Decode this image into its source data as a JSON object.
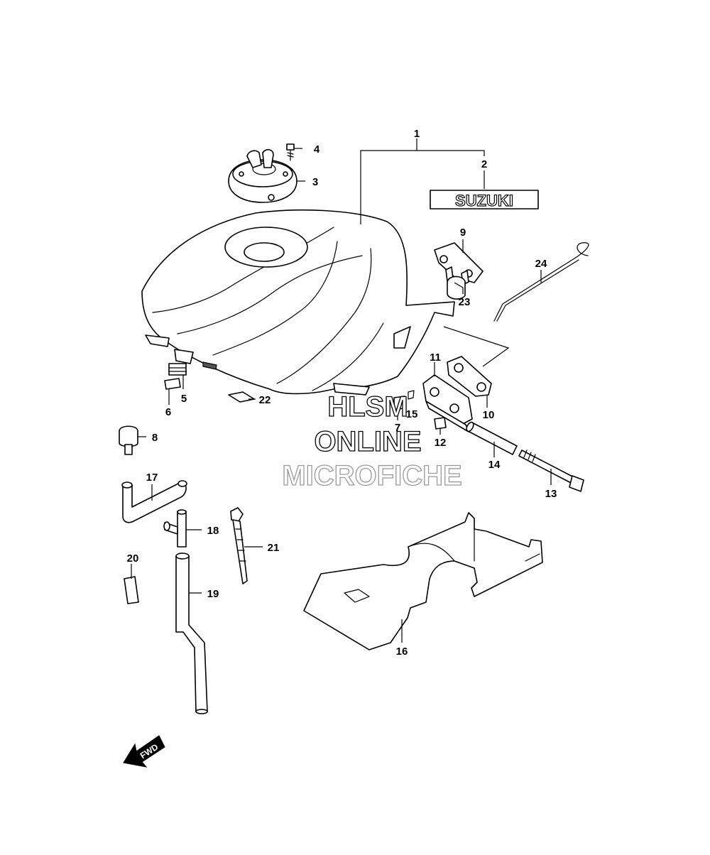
{
  "callouts": [
    "1",
    "2",
    "3",
    "4",
    "5",
    "6",
    "7",
    "8",
    "9",
    "10",
    "11",
    "12",
    "13",
    "14",
    "15",
    "16",
    "17",
    "18",
    "19",
    "20",
    "21",
    "22",
    "23",
    "24"
  ],
  "decal_text": "SUZUKI",
  "watermark": {
    "line1": "HLSM",
    "line2": "ONLINE",
    "line3": "MICROFICHE"
  },
  "direction_label": "FWD",
  "colors": {
    "line": "#000000",
    "background": "#ffffff",
    "watermark_light": "#9a9a9a"
  }
}
